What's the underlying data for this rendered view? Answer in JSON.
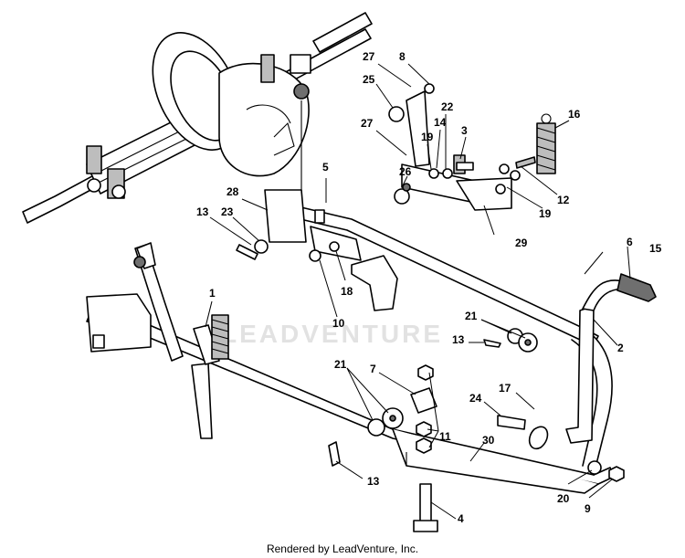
{
  "watermark": "LEADVENTURE",
  "footer": "Rendered by LeadVenture, Inc.",
  "callouts": {
    "c27a": "27",
    "c8": "8",
    "c25": "25",
    "c22": "22",
    "c27b": "27",
    "c14": "14",
    "c19a": "19",
    "c3": "3",
    "c16": "16",
    "c5": "5",
    "c26": "26",
    "c12": "12",
    "c19b": "19",
    "c28": "28",
    "c29": "29",
    "c13a": "13",
    "c23": "23",
    "c1": "1",
    "c18": "18",
    "c10": "10",
    "c6": "6",
    "c15": "15",
    "c21a": "21",
    "c13b": "13",
    "c2": "2",
    "c21b": "21",
    "c7": "7",
    "c17": "17",
    "c24": "24",
    "c11": "11",
    "c30": "30",
    "c13c": "13",
    "c20": "20",
    "c9": "9",
    "c4": "4"
  }
}
